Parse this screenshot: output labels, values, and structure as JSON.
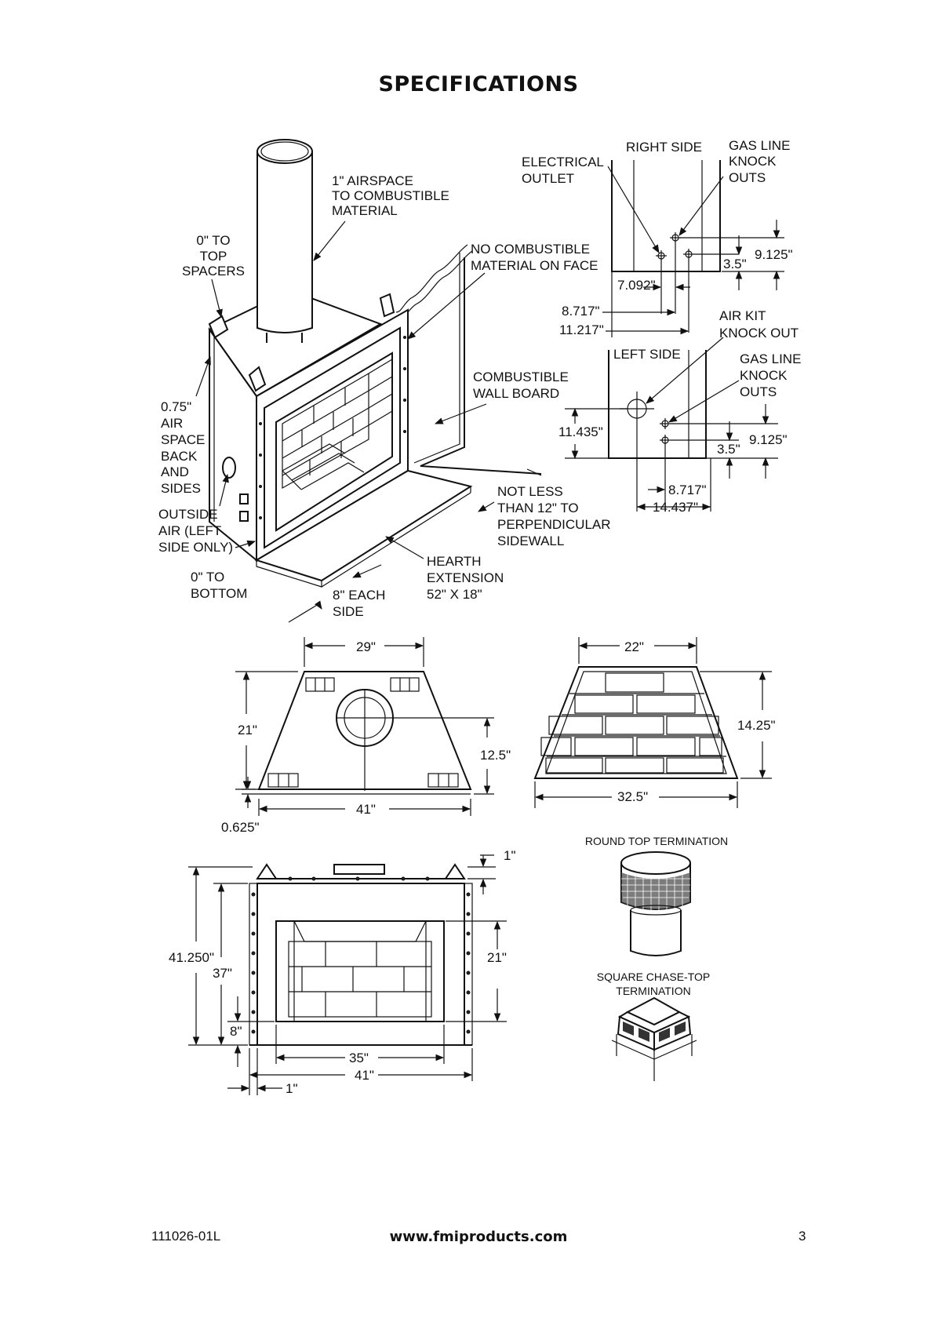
{
  "title": "SPECIFICATIONS",
  "footer": {
    "doc_number": "111026-01L",
    "url": "www.fmiproducts.com",
    "page": "3"
  },
  "iso": {
    "airspace": [
      "1\" AIRSPACE",
      "TO COMBUSTIBLE",
      "MATERIAL"
    ],
    "top_spacers": [
      "0\" TO",
      "TOP",
      "SPACERS"
    ],
    "no_combustible": [
      "NO COMBUSTIBLE",
      "MATERIAL ON FACE"
    ],
    "air_space": [
      "0.75\"",
      "AIR",
      "SPACE",
      "BACK",
      "AND",
      "SIDES"
    ],
    "combustible_wall": [
      "COMBUSTIBLE",
      "WALL BOARD"
    ],
    "outside_air": [
      "OUTSIDE",
      "AIR (LEFT",
      "SIDE ONLY)"
    ],
    "not_less": [
      "NOT LESS",
      "THAN 12\" TO",
      "PERPENDICULAR",
      "SIDEWALL"
    ],
    "bottom": [
      "0\" TO",
      "BOTTOM"
    ],
    "each_side": [
      "8\" EACH",
      "SIDE"
    ],
    "hearth": [
      "HEARTH",
      "EXTENSION",
      "52\" X 18\""
    ]
  },
  "right_side": {
    "title": "RIGHT SIDE",
    "electrical": [
      "ELECTRICAL",
      "OUTLET"
    ],
    "gas_line": [
      "GAS LINE",
      "KNOCK",
      "OUTS"
    ],
    "dims": {
      "d1": "9.125\"",
      "d2": "3.5\"",
      "d3": "7.092\"",
      "d4": "8.717\"",
      "d5": "11.217\""
    }
  },
  "left_side": {
    "title": "LEFT SIDE",
    "air_kit": [
      "AIR KIT",
      "KNOCK OUT"
    ],
    "gas_line": [
      "GAS LINE",
      "KNOCK",
      "OUTS"
    ],
    "dims": {
      "d1": "11.435\"",
      "d2": "9.125\"",
      "d3": "3.5\"",
      "d4": "8.717\"",
      "d5": "14.437\""
    }
  },
  "top_view": {
    "top_width": "29\"",
    "height": "21\"",
    "flue": "12.5\"",
    "bottom_width": "41\"",
    "base": "0.625\""
  },
  "firebox_view": {
    "back_width": "22\"",
    "height": "14.25\"",
    "front_width": "32.5\""
  },
  "front_view": {
    "total_height": "41.250\"",
    "height": "37\"",
    "opening": "21\"",
    "bottom": "8\"",
    "top_flange": "1\"",
    "opening_width": "35\"",
    "width": "41\"",
    "side_flange": "1\""
  },
  "terminations": {
    "round": "ROUND TOP TERMINATION",
    "square": [
      "SQUARE CHASE-TOP",
      "TERMINATION"
    ]
  }
}
